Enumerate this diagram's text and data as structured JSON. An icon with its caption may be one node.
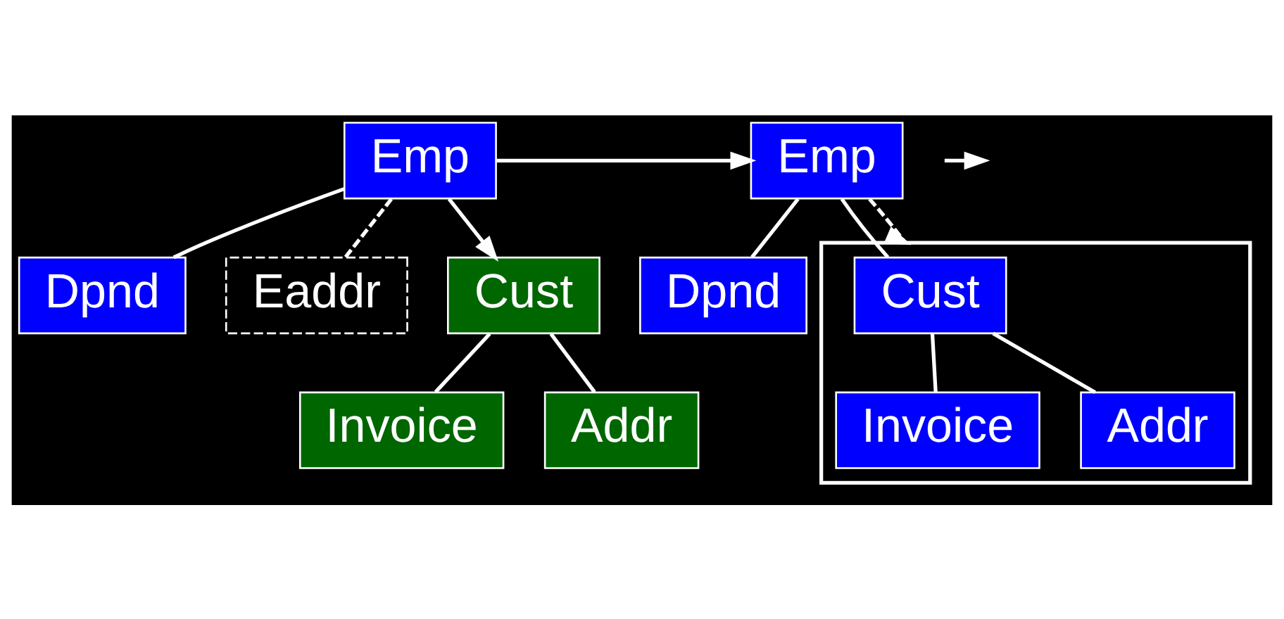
{
  "diagram": {
    "nodes": [
      {
        "text": [
          "Emp"
        ]
      },
      {
        "text": [
          "Dpnd"
        ]
      },
      {
        "text": [
          "Eaddr"
        ]
      },
      {
        "text": [
          "Cust"
        ]
      },
      {
        "text": [
          "Invoice"
        ]
      },
      {
        "text": [
          "Addr"
        ]
      },
      {
        "text": [
          "Emp"
        ]
      },
      {
        "text": [
          "Dpnd"
        ]
      },
      {
        "text": [],
        "shape": "box"
      },
      {
        "text": [
          "Cust"
        ],
        "in": 8
      },
      {
        "text": [
          "Invoice"
        ],
        "in": 8
      },
      {
        "text": [
          "Addr"
        ],
        "in": 8
      }
    ],
    "edges": [
      {
        "from": 0,
        "to": 1,
        "arrow": "none"
      },
      {
        "from": 0,
        "to": 2,
        "arrow": "none",
        "style": "dashed"
      },
      {
        "from": 0,
        "to": 3,
        "arrow": "to"
      },
      {
        "from": 3,
        "to": 4,
        "arrow": "none"
      },
      {
        "from": 3,
        "to": 5,
        "arrow": "none"
      },
      {
        "from": 0,
        "to": 6,
        "arrow": "to"
      },
      {
        "from": 6,
        "to": 7,
        "arrow": "none"
      },
      {
        "from": 6,
        "to": 9,
        "arrow": "none"
      },
      {
        "from": 6,
        "to": 8,
        "arrow": "to",
        "style": "dashed"
      },
      {
        "from": 9,
        "to": 10,
        "arrow": "none"
      },
      {
        "from": 9,
        "to": 11,
        "arrow": "none"
      }
    ]
  }
}
